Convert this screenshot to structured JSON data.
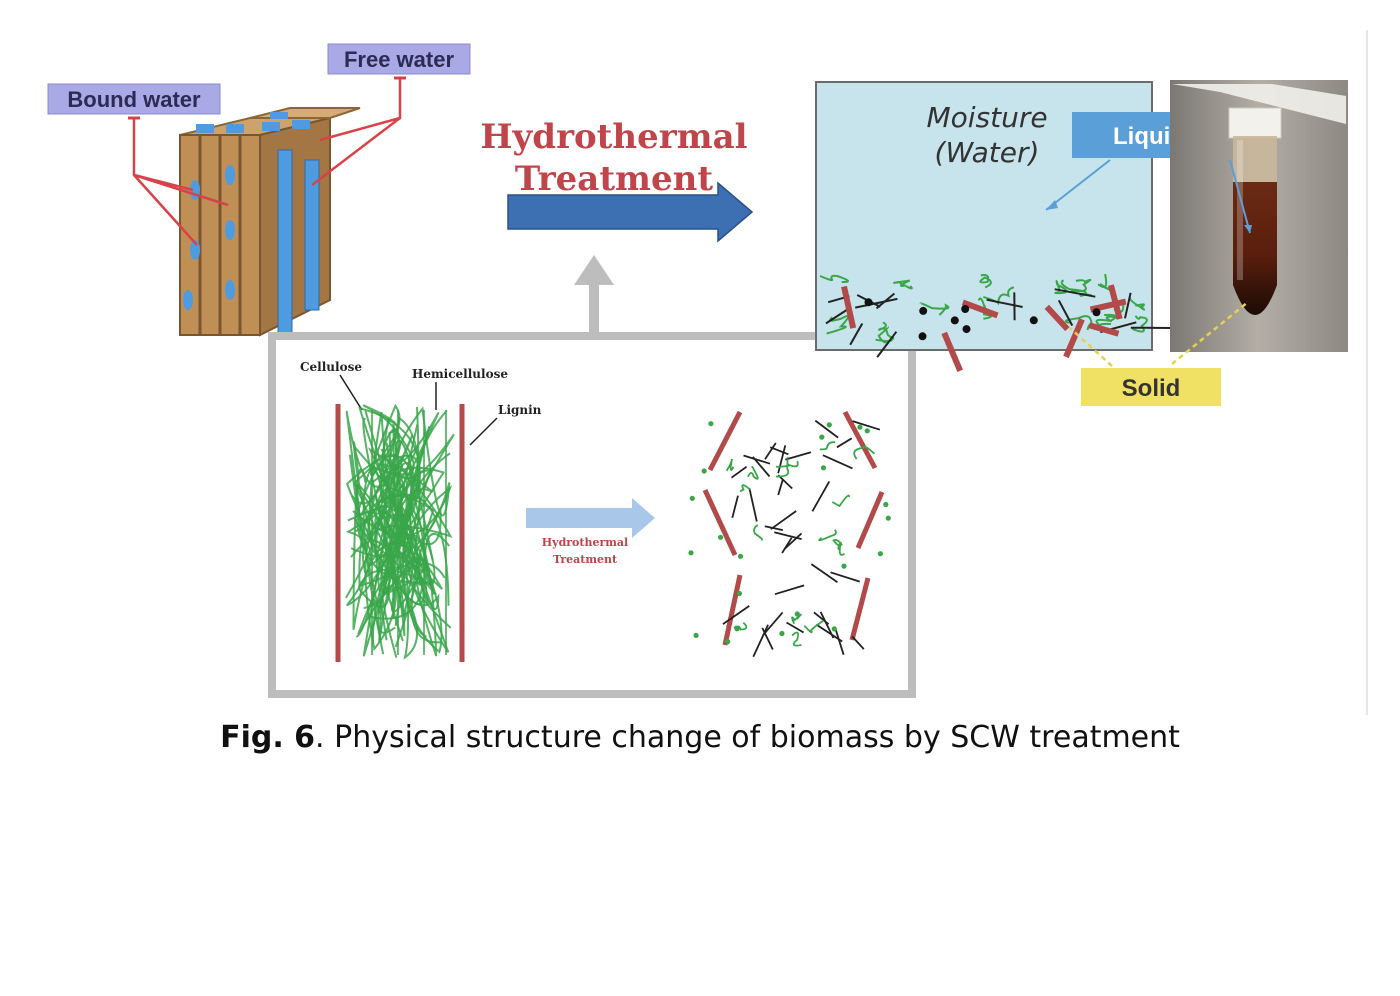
{
  "figure": {
    "labels": {
      "bound_water": "Bound water",
      "free_water": "Free water",
      "hydrothermal_line1": "Hydrothermal",
      "hydrothermal_line2": "Treatment",
      "moisture_line1": "Moisture",
      "moisture_line2": "(Water)",
      "liquid": "Liquid",
      "solid": "Solid",
      "cellulose": "Cellulose",
      "hemicellulose": "Hemicellulose",
      "lignin": "Lignin",
      "small_hydro_line1": "Hydrothermal",
      "small_hydro_line2": "Treatment"
    },
    "colors": {
      "label_box_blue": "#a9a9e6",
      "label_text": "#2b2b55",
      "title_red": "#c0454a",
      "arrow_blue": "#3d6fb3",
      "connector_gray": "#bdbdbd",
      "water_panel": "#c7e4ec",
      "liquid_box": "#5a9fd8",
      "solid_box": "#f0e064",
      "lignin_red": "#b24a4a",
      "fiber_green": "#3aa64a",
      "wood_brown": "#b98a52",
      "water_blue": "#4f9be0"
    }
  },
  "caption": {
    "prefix": "Fig. 6",
    "text": ". Physical structure change of biomass by SCW treatment"
  }
}
